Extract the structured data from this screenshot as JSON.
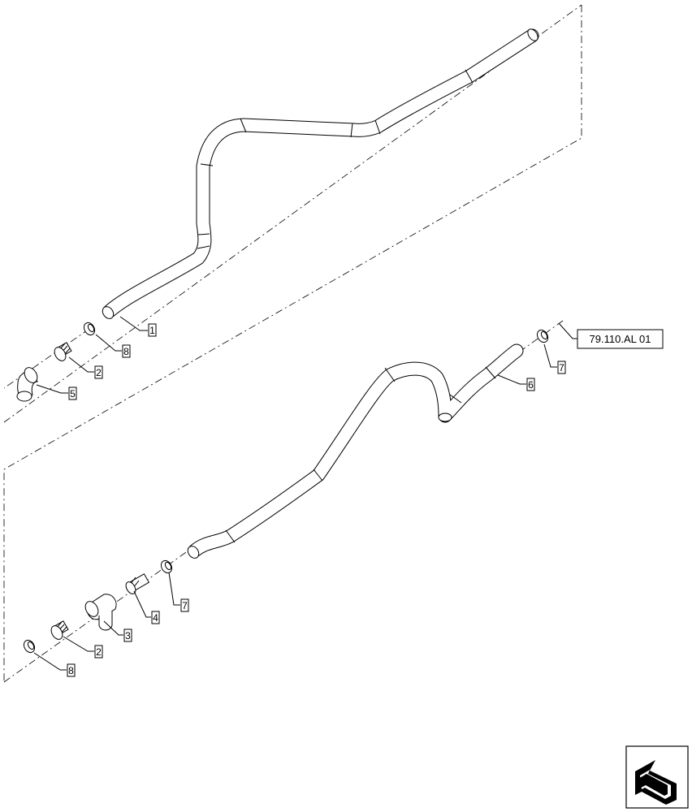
{
  "callouts": {
    "c1": "1",
    "c8_top": "8",
    "c2_top": "2",
    "c5": "5",
    "c6": "6",
    "c7_right": "7",
    "c7_mid": "7",
    "c4": "4",
    "c3": "3",
    "c2_bottom": "2",
    "c8_bottom": "8"
  },
  "reference": {
    "label": "79.110.AL 01"
  },
  "nav_icon": "page-turn-arrow-icon"
}
